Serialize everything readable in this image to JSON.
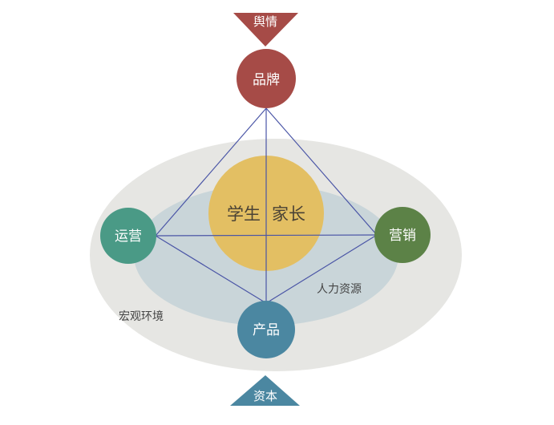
{
  "labels": {
    "top_banner": "舆情",
    "bottom_banner": "资本",
    "brand": "品牌",
    "operations": "运营",
    "marketing": "营销",
    "product": "产品",
    "center_left": "学生",
    "center_right": "家长",
    "inner_zone": "人力资源",
    "outer_zone": "宏观环境"
  },
  "colors": {
    "top_banner": "#a64b47",
    "brand": "#a64b47",
    "operations": "#4a9a86",
    "marketing": "#5c8247",
    "product": "#4b87a1",
    "bottom_banner": "#4b87a1",
    "center": "#e3bf63",
    "outer_ellipse": "#e6e6e3",
    "inner_ellipse": "#c9d5d9",
    "connector": "#4a55a6"
  }
}
